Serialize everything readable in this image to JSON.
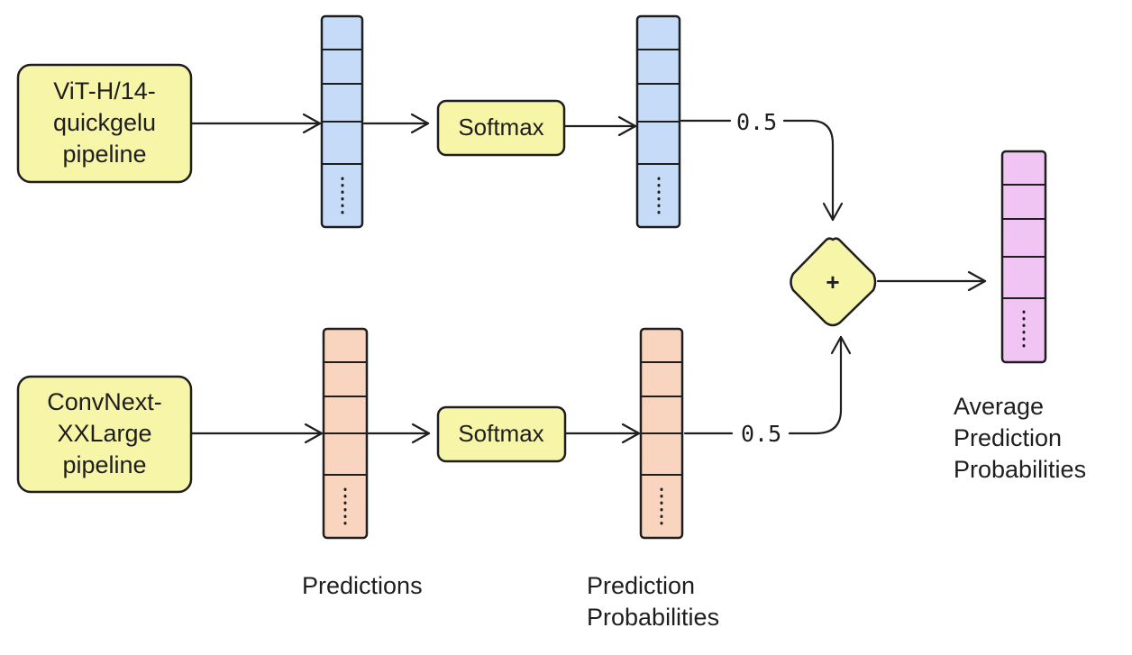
{
  "diagram": {
    "pipelines": {
      "vit": [
        "ViT-H/14-",
        "quickgelu",
        "pipeline"
      ],
      "convnext": [
        "ConvNext-",
        "XXLarge",
        "pipeline"
      ]
    },
    "softmax_label": "Softmax",
    "weight_top": "0.5",
    "weight_bottom": "0.5",
    "plus_symbol": "+",
    "caption_predictions": "Predictions",
    "caption_probabilities": [
      "Prediction",
      "Probabilities"
    ],
    "caption_average": [
      "Average",
      "Prediction",
      "Probabilities"
    ],
    "colors": {
      "box_fill": "#f7f5a8",
      "vector_blue": "#c6dbf8",
      "vector_orange": "#f9d5bf",
      "vector_pink": "#f1c5f3",
      "stroke": "#1e1e1e"
    }
  }
}
